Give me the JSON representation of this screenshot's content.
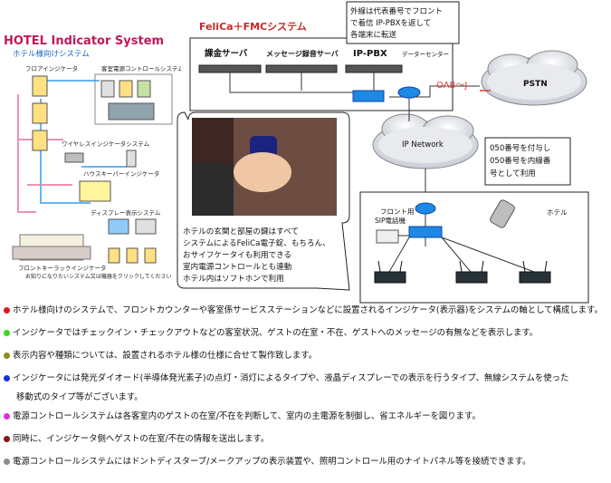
{
  "left_panel": {
    "title": "HOTEL Indicator System",
    "subtitle": "ホテル様向けシステム",
    "labels": {
      "front": "フロアインジケータ",
      "control": "客室電源コントロールシステム",
      "wireless": "ワイヤレスインジケータシステム",
      "housekeep": "ハウスキーパーインジケータ",
      "display": "ディスプレー表示システム",
      "frontkeeper": "フロントキーラックインジケータ",
      "caption": "お知りになりたいシステム又は機器をクリックしてください"
    }
  },
  "fmc": {
    "title": "FeliCa＋FMCシステム",
    "server1": "課金サーバ",
    "server2": "メッセージ録音サーバ",
    "server3": "IP-PBX",
    "datacenter": "データーセンター",
    "oabj": "OAB～J",
    "pstn": "PSTN",
    "ipnetwork": "IP Network",
    "note_top": [
      "外線は代表番号でフロント",
      "で着信 IP-PBXを返して",
      "各端末に転送"
    ],
    "note_mid": [
      "050番号を付与し",
      "050番号を内線番",
      "号として利用"
    ],
    "hotel": "ホテル",
    "front_phone": [
      "フロント用",
      "SIP電話機"
    ],
    "bubble": [
      "ホテルの玄関と部屋の鍵はすべて",
      "システムによるFeliCa電子錠、もちろん、",
      "おサイフケータイも利用できる",
      "室内電源コントロールとも連動",
      "ホテル内はソフトホンで利用"
    ]
  },
  "colors": {
    "red": "#e8141c",
    "green": "#39d81e",
    "olive": "#8c8c1a",
    "blue": "#1c2ed8",
    "magenta": "#e02fd8",
    "darkred": "#8c1414",
    "gray": "#8c8c8c"
  },
  "bullets": [
    {
      "color": "#e8141c",
      "text": "ホテル様向けのシステムで、フロントカウンターや客室係サービスステーションなどに設置されるインジケータ(表示器)をシステムの軸として構成します。"
    },
    {
      "color": "#39d81e",
      "text": "インジケータではチェックイン・チェックアウトなどの客室状況、ゲストの在室・不在、ゲストへのメッセージの有無などを表示します。"
    },
    {
      "color": "#8c8c1a",
      "text": "表示内容や種類については、設置されるホテル様の仕様に合せて製作致します。"
    },
    {
      "color": "#1c2ed8",
      "text": "インジケータには発光ダイオード(半導体発光素子)の点灯・消灯によるタイプや、液晶ディスプレーでの表示を行うタイプ、無線システムを使った",
      "cont": "移動式のタイプ等がございます。"
    },
    {
      "color": "#e02fd8",
      "text": "電源コントロールシステムは各客室内のゲストの在室/不在を判断して、室内の主電源を制御し、省エネルギーを図ります。"
    },
    {
      "color": "#8c1414",
      "text": "同時に、インジケータ側へゲストの在室/不在の情報を送出します。"
    },
    {
      "color": "#8c8c8c",
      "text": "電源コントロールシステムにはドントディスターブ/メークアップの表示装置や、照明コントロール用のナイトパネル等を接続できます。"
    }
  ]
}
